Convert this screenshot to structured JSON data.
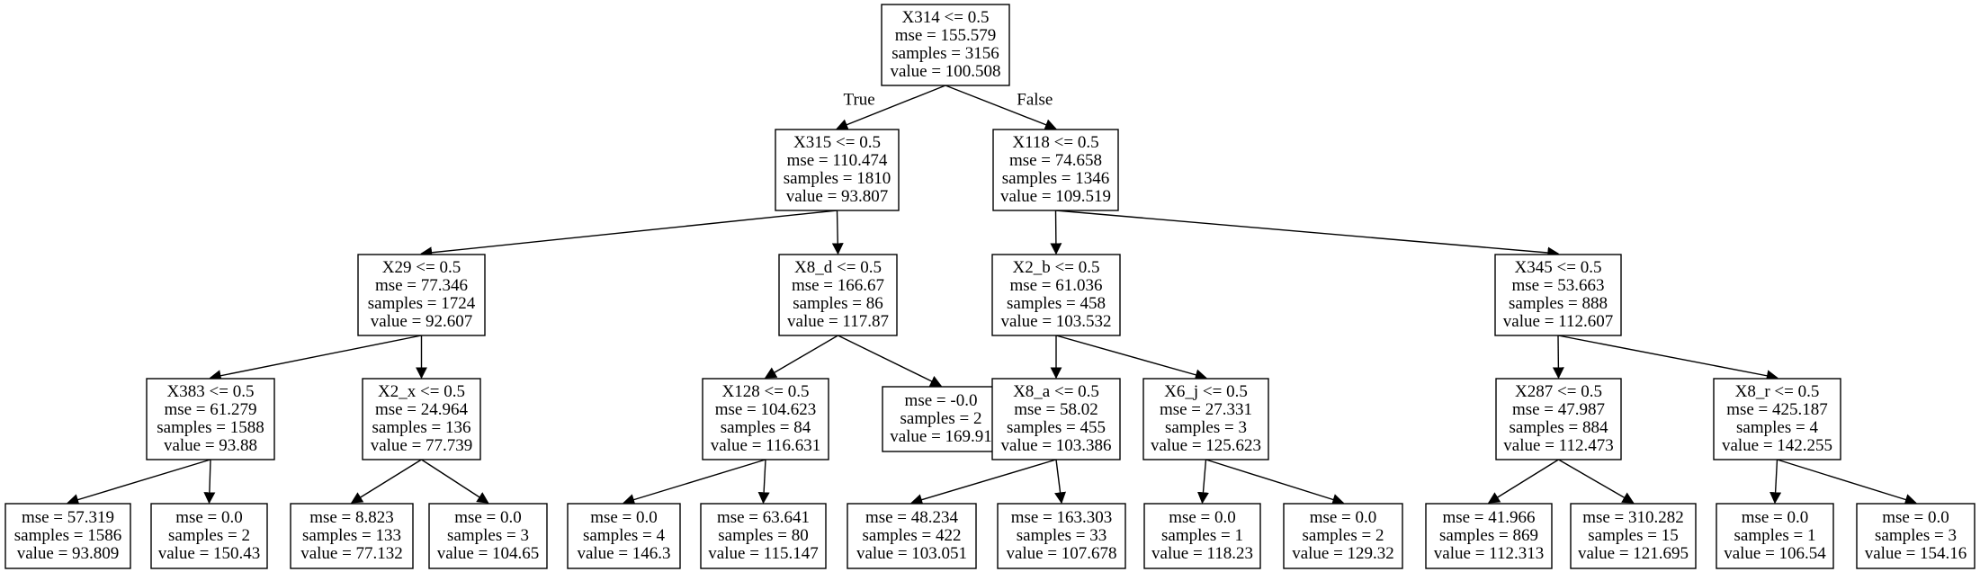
{
  "tree": {
    "nodes": [
      {
        "id": "n0",
        "lines": [
          "X314 <= 0.5",
          "mse = 155.579",
          "samples = 3156",
          "value = 100.508"
        ]
      },
      {
        "id": "n1",
        "lines": [
          "X315 <= 0.5",
          "mse = 110.474",
          "samples = 1810",
          "value = 93.807"
        ]
      },
      {
        "id": "n2",
        "lines": [
          "X118 <= 0.5",
          "mse = 74.658",
          "samples = 1346",
          "value = 109.519"
        ]
      },
      {
        "id": "n3",
        "lines": [
          "X29 <= 0.5",
          "mse = 77.346",
          "samples = 1724",
          "value = 92.607"
        ]
      },
      {
        "id": "n4",
        "lines": [
          "X8_d <= 0.5",
          "mse = 166.67",
          "samples = 86",
          "value = 117.87"
        ]
      },
      {
        "id": "n5",
        "lines": [
          "X2_b <= 0.5",
          "mse = 61.036",
          "samples = 458",
          "value = 103.532"
        ]
      },
      {
        "id": "n6",
        "lines": [
          "X345 <= 0.5",
          "mse = 53.663",
          "samples = 888",
          "value = 112.607"
        ]
      },
      {
        "id": "n7",
        "lines": [
          "X383 <= 0.5",
          "mse = 61.279",
          "samples = 1588",
          "value = 93.88"
        ]
      },
      {
        "id": "n8",
        "lines": [
          "X2_x <= 0.5",
          "mse = 24.964",
          "samples = 136",
          "value = 77.739"
        ]
      },
      {
        "id": "n9",
        "lines": [
          "X128 <= 0.5",
          "mse = 104.623",
          "samples = 84",
          "value = 116.631"
        ]
      },
      {
        "id": "n10",
        "lines": [
          "mse = -0.0",
          "samples = 2",
          "value = 169.91"
        ]
      },
      {
        "id": "n11",
        "lines": [
          "X8_a <= 0.5",
          "mse = 58.02",
          "samples = 455",
          "value = 103.386"
        ]
      },
      {
        "id": "n12",
        "lines": [
          "X6_j <= 0.5",
          "mse = 27.331",
          "samples = 3",
          "value = 125.623"
        ]
      },
      {
        "id": "n13",
        "lines": [
          "X287 <= 0.5",
          "mse = 47.987",
          "samples = 884",
          "value = 112.473"
        ]
      },
      {
        "id": "n14",
        "lines": [
          "X8_r <= 0.5",
          "mse = 425.187",
          "samples = 4",
          "value = 142.255"
        ]
      },
      {
        "id": "n15",
        "lines": [
          "mse = 57.319",
          "samples = 1586",
          "value = 93.809"
        ]
      },
      {
        "id": "n16",
        "lines": [
          "mse = 0.0",
          "samples = 2",
          "value = 150.43"
        ]
      },
      {
        "id": "n17",
        "lines": [
          "mse = 8.823",
          "samples = 133",
          "value = 77.132"
        ]
      },
      {
        "id": "n18",
        "lines": [
          "mse = 0.0",
          "samples = 3",
          "value = 104.65"
        ]
      },
      {
        "id": "n19",
        "lines": [
          "mse = 0.0",
          "samples = 4",
          "value = 146.3"
        ]
      },
      {
        "id": "n20",
        "lines": [
          "mse = 63.641",
          "samples = 80",
          "value = 115.147"
        ]
      },
      {
        "id": "n21",
        "lines": [
          "mse = 48.234",
          "samples = 422",
          "value = 103.051"
        ]
      },
      {
        "id": "n22",
        "lines": [
          "mse = 163.303",
          "samples = 33",
          "value = 107.678"
        ]
      },
      {
        "id": "n23",
        "lines": [
          "mse = 0.0",
          "samples = 1",
          "value = 118.23"
        ]
      },
      {
        "id": "n24",
        "lines": [
          "mse = 0.0",
          "samples = 2",
          "value = 129.32"
        ]
      },
      {
        "id": "n25",
        "lines": [
          "mse = 41.966",
          "samples = 869",
          "value = 112.313"
        ]
      },
      {
        "id": "n26",
        "lines": [
          "mse = 310.282",
          "samples = 15",
          "value = 121.695"
        ]
      },
      {
        "id": "n27",
        "lines": [
          "mse = 0.0",
          "samples = 1",
          "value = 106.54"
        ]
      },
      {
        "id": "n28",
        "lines": [
          "mse = 0.0",
          "samples = 3",
          "value = 154.16"
        ]
      }
    ],
    "edges": [
      {
        "from": "n0",
        "to": "n1",
        "label": "True"
      },
      {
        "from": "n0",
        "to": "n2",
        "label": "False"
      },
      {
        "from": "n1",
        "to": "n3",
        "label": ""
      },
      {
        "from": "n1",
        "to": "n4",
        "label": ""
      },
      {
        "from": "n2",
        "to": "n5",
        "label": ""
      },
      {
        "from": "n2",
        "to": "n6",
        "label": ""
      },
      {
        "from": "n3",
        "to": "n7",
        "label": ""
      },
      {
        "from": "n3",
        "to": "n8",
        "label": ""
      },
      {
        "from": "n4",
        "to": "n9",
        "label": ""
      },
      {
        "from": "n4",
        "to": "n10",
        "label": ""
      },
      {
        "from": "n5",
        "to": "n11",
        "label": ""
      },
      {
        "from": "n5",
        "to": "n12",
        "label": ""
      },
      {
        "from": "n6",
        "to": "n13",
        "label": ""
      },
      {
        "from": "n6",
        "to": "n14",
        "label": ""
      },
      {
        "from": "n7",
        "to": "n15",
        "label": ""
      },
      {
        "from": "n7",
        "to": "n16",
        "label": ""
      },
      {
        "from": "n8",
        "to": "n17",
        "label": ""
      },
      {
        "from": "n8",
        "to": "n18",
        "label": ""
      },
      {
        "from": "n9",
        "to": "n19",
        "label": ""
      },
      {
        "from": "n9",
        "to": "n20",
        "label": ""
      },
      {
        "from": "n11",
        "to": "n21",
        "label": ""
      },
      {
        "from": "n11",
        "to": "n22",
        "label": ""
      },
      {
        "from": "n12",
        "to": "n23",
        "label": ""
      },
      {
        "from": "n12",
        "to": "n24",
        "label": ""
      },
      {
        "from": "n13",
        "to": "n25",
        "label": ""
      },
      {
        "from": "n13",
        "to": "n26",
        "label": ""
      },
      {
        "from": "n14",
        "to": "n27",
        "label": ""
      },
      {
        "from": "n14",
        "to": "n28",
        "label": ""
      }
    ]
  }
}
